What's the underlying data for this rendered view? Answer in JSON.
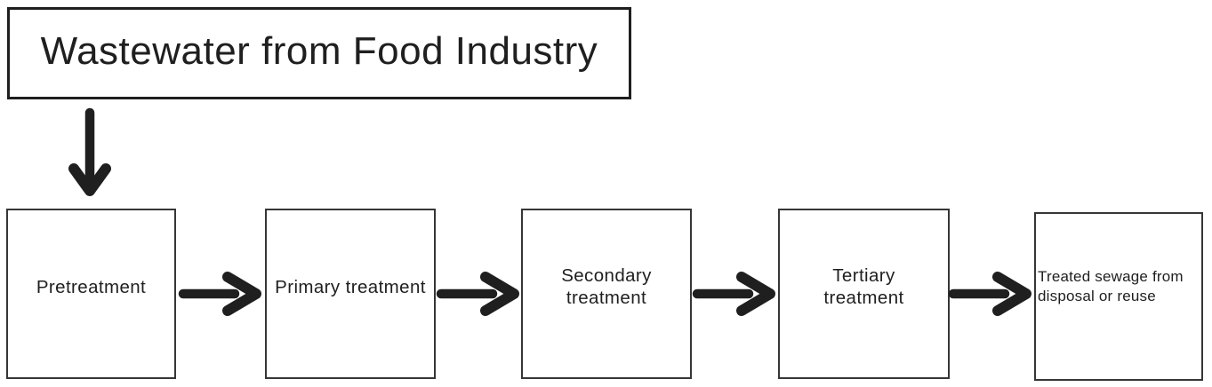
{
  "colors": {
    "ink": "#1f1f1f",
    "box_border": "#363636",
    "background": "#ffffff"
  },
  "flowchart": {
    "source": {
      "label": "Wastewater from Food Industry"
    },
    "steps": [
      {
        "label": "Pretreatment"
      },
      {
        "label": "Primary treatment"
      },
      {
        "label": "Secondary\ntreatment"
      },
      {
        "label": "Tertiary\ntreatment"
      },
      {
        "label": "Treated sewage from\ndisposal or reuse"
      }
    ],
    "connectors": [
      {
        "direction": "down",
        "from": "Wastewater from Food Industry",
        "to": "Pretreatment"
      },
      {
        "direction": "right",
        "from": "Pretreatment",
        "to": "Primary treatment"
      },
      {
        "direction": "right",
        "from": "Primary treatment",
        "to": "Secondary treatment"
      },
      {
        "direction": "right",
        "from": "Secondary treatment",
        "to": "Tertiary treatment"
      },
      {
        "direction": "right",
        "from": "Tertiary treatment",
        "to": "Treated sewage from disposal or reuse"
      }
    ]
  }
}
